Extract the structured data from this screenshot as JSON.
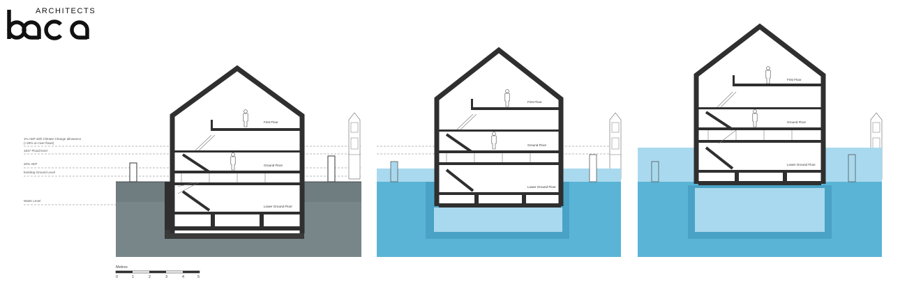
{
  "logo": {
    "brand": "baca",
    "subtitle": "ARCHITECTS"
  },
  "side_labels": {
    "climate": "1% AEP with Climate Change allowance",
    "climate2": "(+20% on river flows)",
    "flood1947": "1947 Flood level",
    "aep20": "20% AEP",
    "ground": "Existing Ground Level",
    "water": "Water Level"
  },
  "scale": {
    "title": "Metres",
    "ticks": [
      "0",
      "1",
      "2",
      "3",
      "4",
      "5"
    ]
  },
  "sections": [
    {
      "levels": {
        "first": "First Floor",
        "ground": "Ground Floor",
        "lower": "Lower Ground Floor"
      }
    },
    {
      "levels": {
        "first": "First Floor",
        "ground": "Ground Floor",
        "lower": "Lower Ground Floor"
      }
    },
    {
      "levels": {
        "first": "First Floor",
        "ground": "Ground Floor",
        "lower": "Lower Ground Floor"
      }
    }
  ],
  "colors": {
    "ground": "#6f7c80",
    "water": "#5ab4d6",
    "water_light": "#a9d9ee",
    "structure": "#2f2f2f"
  }
}
